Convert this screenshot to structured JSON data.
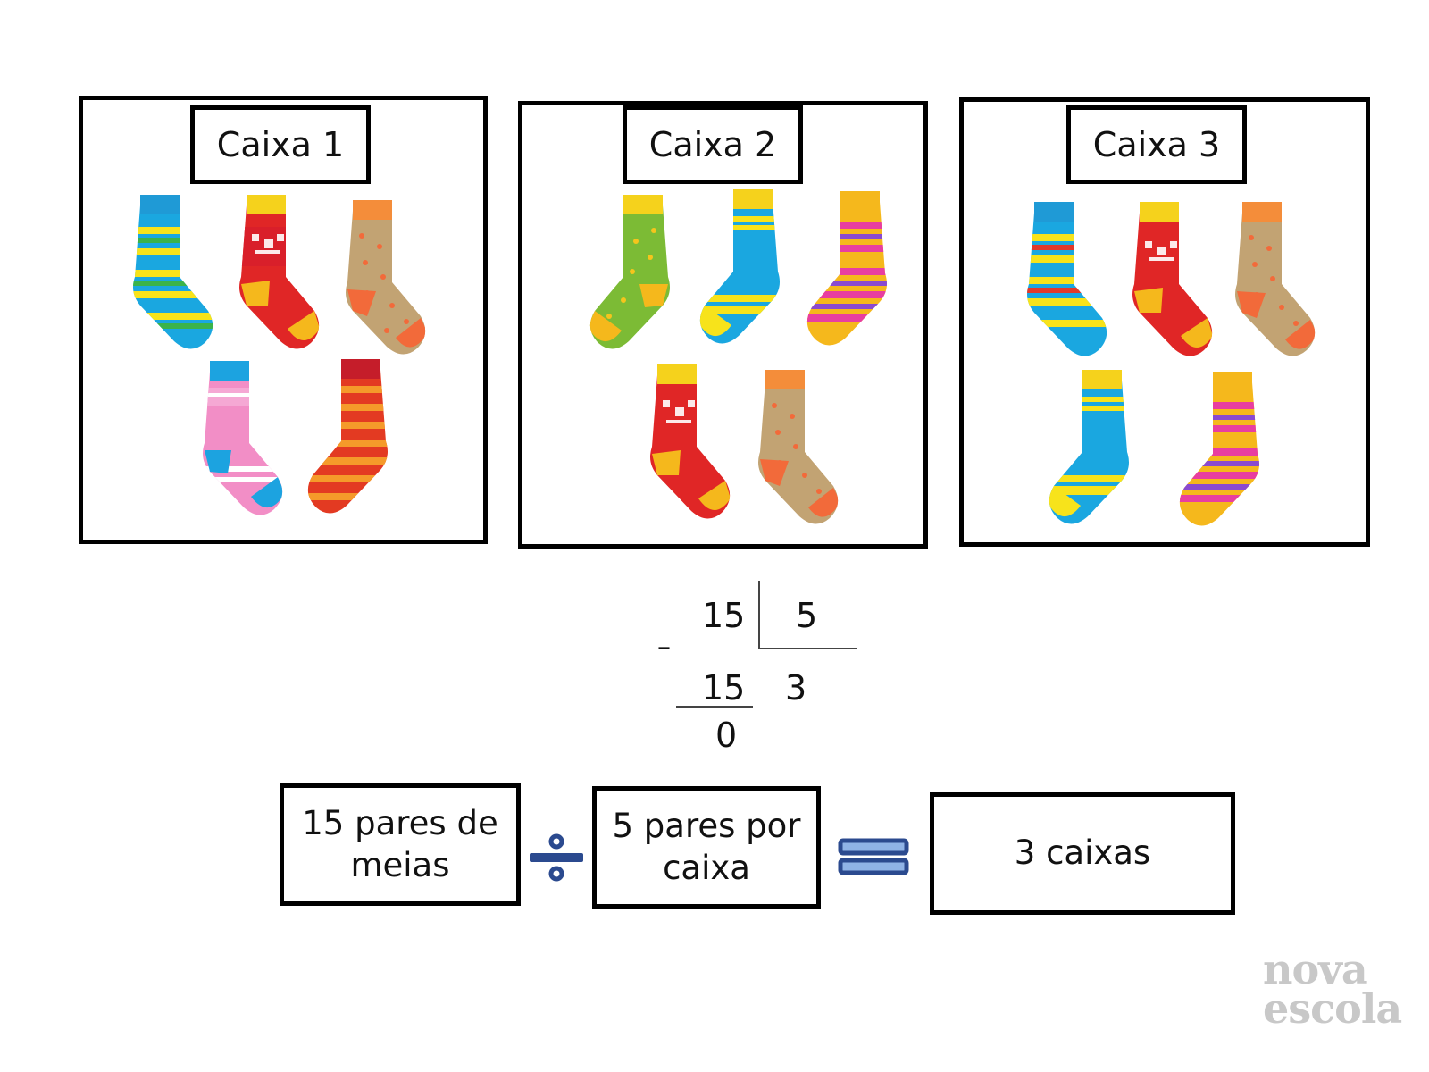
{
  "boxes": [
    {
      "label": "Caixa 1",
      "socks": [
        "stripe-blue",
        "fairisle-red",
        "dots-tan",
        "fairisle-pink",
        "stripe-red"
      ]
    },
    {
      "label": "Caixa 2",
      "socks": [
        "dots-green",
        "fairisle-blue",
        "stripe-pink",
        "fairisle-red",
        "dots-tan"
      ]
    },
    {
      "label": "Caixa 3",
      "socks": [
        "stripe-blue",
        "fairisle-red",
        "dots-tan",
        "fairisle-blue",
        "stripe-pink"
      ]
    }
  ],
  "division": {
    "dividend": "15",
    "divisor": "5",
    "minus": "–",
    "subtrahend": "15",
    "quotient": "3",
    "remainder": "0"
  },
  "equation": {
    "left": "15 pares de meias",
    "operator_icon": "divide-icon",
    "middle": "5 pares por caixa",
    "equals_icon": "equals-icon",
    "right": "3 caixas"
  },
  "logo": {
    "line1": "nova",
    "line2": "escola"
  },
  "colors": {
    "operator": "#2b4a8f"
  }
}
